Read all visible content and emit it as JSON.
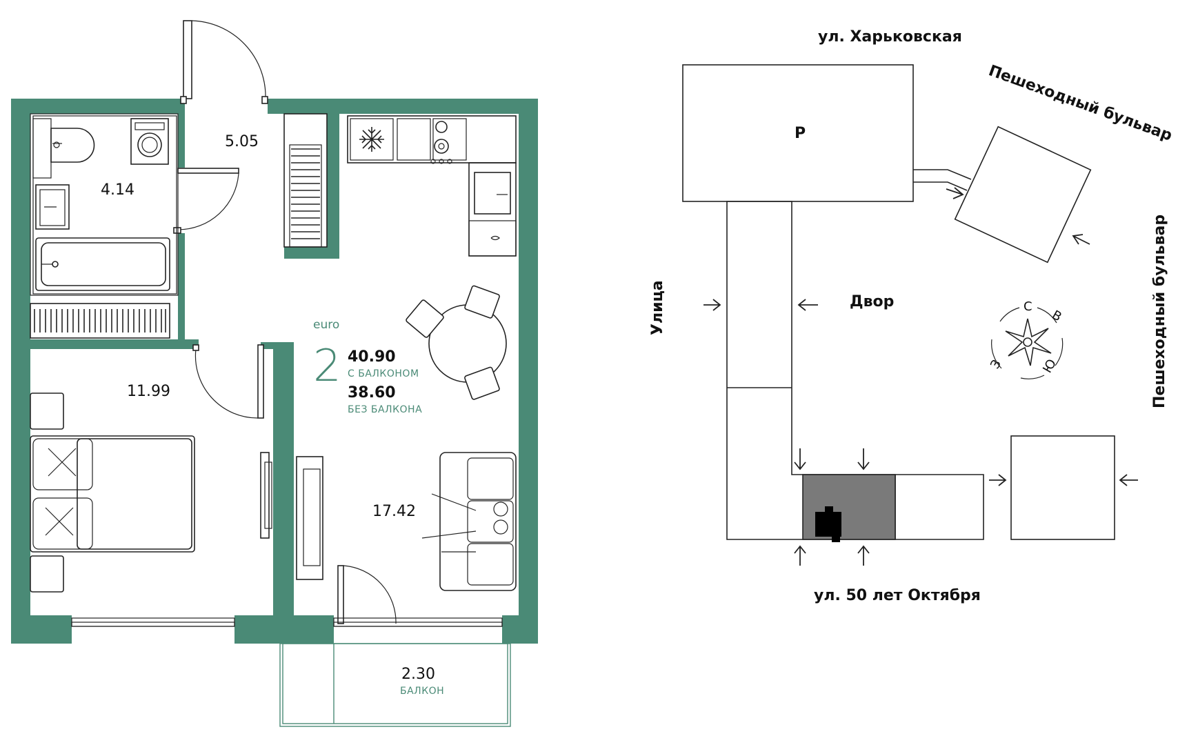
{
  "colors": {
    "wall": "#4a8a76",
    "accent_text": "#4a8a76",
    "highlight_block": "#7a7a7a",
    "entrance": "#000000"
  },
  "apartment": {
    "type_label": "euro",
    "rooms_count": "2",
    "area_with_balcony": "40.90",
    "area_with_balcony_caption": "С БАЛКОНОМ",
    "area_without_balcony": "38.60",
    "area_without_balcony_caption": "БЕЗ БАЛКОНА"
  },
  "rooms": {
    "bathroom": "4.14",
    "hallway": "5.05",
    "bedroom": "11.99",
    "living_kitchen": "17.42",
    "balcony": "2.30",
    "balcony_caption": "БАЛКОН"
  },
  "site_plan": {
    "street_top": "ул. Харьковская",
    "street_bottom": "ул. 50 лет Октября",
    "street_left": "Улица",
    "boulevard_top": "Пешеходный бульвар",
    "boulevard_right": "Пешеходный бульвар",
    "parking_label": "Р",
    "yard_label": "Двор",
    "compass": {
      "north": "С",
      "east": "В",
      "south": "Ю",
      "west": "З"
    }
  },
  "icons": [
    "snowflake-icon",
    "compass-rose-icon",
    "entrance-marker-icon",
    "arrow-icon"
  ]
}
